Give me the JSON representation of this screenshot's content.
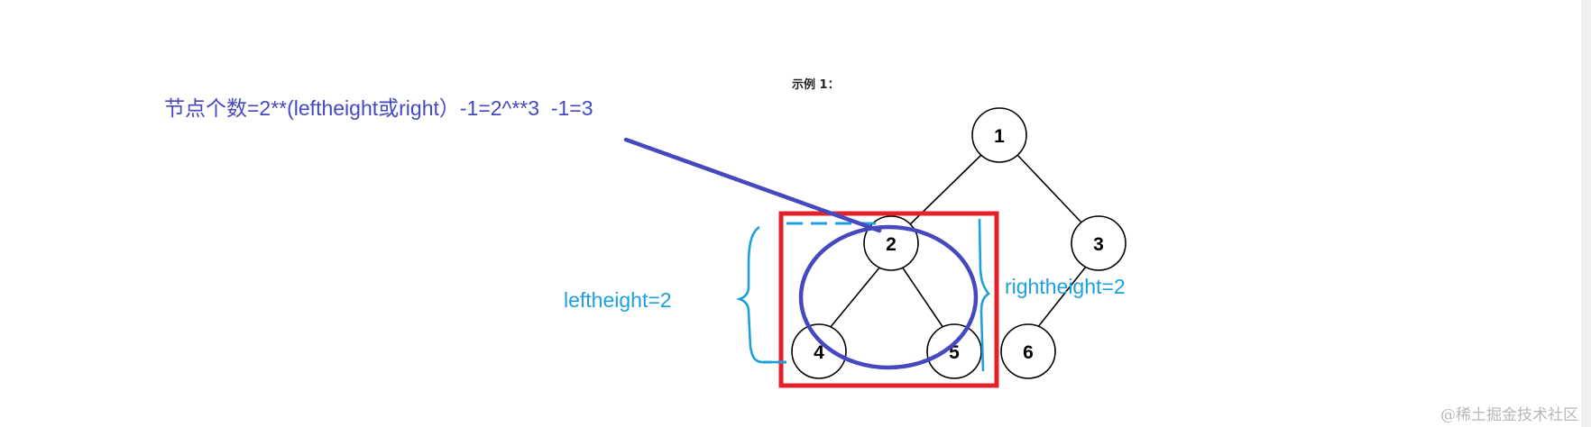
{
  "example_title": "示例 1：",
  "annotations": {
    "formula": "节点个数=2**(leftheight或right）-1=2^**3  -1=3",
    "left_height_label": "leftheight=2",
    "right_height_label": "rightheight=2"
  },
  "tree": {
    "nodes": [
      {
        "id": "1",
        "label": "1"
      },
      {
        "id": "2",
        "label": "2"
      },
      {
        "id": "3",
        "label": "3"
      },
      {
        "id": "4",
        "label": "4"
      },
      {
        "id": "5",
        "label": "5"
      },
      {
        "id": "6",
        "label": "6"
      }
    ],
    "edges": [
      [
        "1",
        "2"
      ],
      [
        "1",
        "3"
      ],
      [
        "2",
        "4"
      ],
      [
        "2",
        "5"
      ],
      [
        "3",
        "6"
      ]
    ]
  },
  "colors": {
    "annotation_blue": "#4548bf",
    "height_cyan": "#1ea0dc",
    "highlight_red": "#e3212b",
    "node_stroke": "#000000"
  },
  "watermark": "@稀土掘金技术社区"
}
